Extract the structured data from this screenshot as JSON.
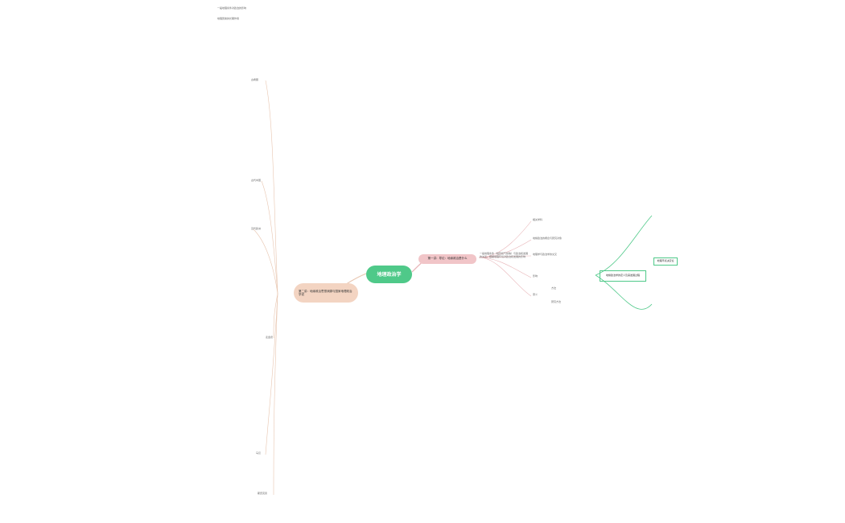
{
  "mindmap": {
    "central": {
      "label": "地理政治学",
      "color": "#4fc989"
    },
    "branch_left": {
      "label": "第二讲：地缘政治思想渊源与国家地理政治学说",
      "color": "#f3d4c2"
    },
    "branch_right": {
      "label": "第一讲：导论：地缘政治是什么",
      "color": "#f1c5c8"
    },
    "far_right": {
      "label": "地理环境决定论"
    },
    "right_detail": {
      "label": "一般地理条件（地形和气候等）与政治和发展的关系，根据地理环境对政治和发展的影响"
    },
    "right_box": {
      "label": "地缘政治学的定义及其发展过程"
    },
    "labels": {
      "l1": "一般地理条件对政治的影响",
      "l2": "地理因素的长期作用",
      "l3": "古希腊",
      "l4": "古代中国",
      "l5": "近代欧洲",
      "l6": "麦金德",
      "l7": "马汉",
      "l8": "斯皮克曼",
      "r1": "相关学科",
      "r2": "地缘政治的概念与研究对象",
      "r3": "地理学与政治学的交叉",
      "r4": "影响",
      "r5": "意义",
      "r6": "方法",
      "r7": "研究方法"
    }
  }
}
